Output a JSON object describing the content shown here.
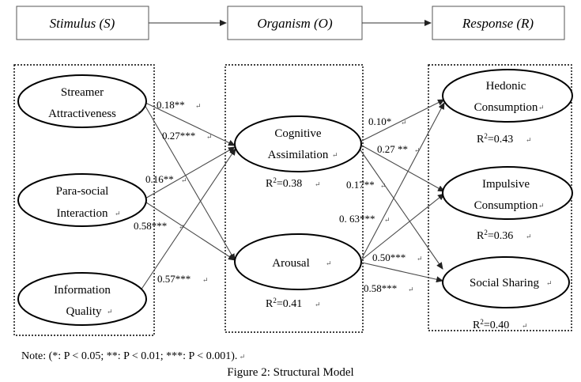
{
  "headers": {
    "stimulus": "Stimulus (S)",
    "organism": "Organism (O)",
    "response": "Response (R)"
  },
  "nodes": {
    "streamer_attractiveness": [
      "Streamer",
      "Attractiveness"
    ],
    "para_social_interaction": [
      "Para-social",
      "Interaction"
    ],
    "information_quality": [
      "Information",
      "Quality"
    ],
    "cognitive_assimilation": [
      "Cognitive",
      "Assimilation"
    ],
    "arousal": [
      "Arousal"
    ],
    "hedonic_consumption": [
      "Hedonic",
      "Consumption"
    ],
    "impulsive_consumption": [
      "Impulsive",
      "Consumption"
    ],
    "social_sharing": [
      "Social Sharing"
    ]
  },
  "r_squared": {
    "cognitive_assimilation": "0.38",
    "arousal": "0.41",
    "hedonic_consumption": "0.43",
    "impulsive_consumption": "0.36",
    "social_sharing": "0.40"
  },
  "paths": [
    {
      "from": "Streamer Attractiveness",
      "to": "Cognitive Assimilation",
      "coef": "0.18**"
    },
    {
      "from": "Streamer Attractiveness",
      "to": "Arousal",
      "coef": "0.27***"
    },
    {
      "from": "Para-social Interaction",
      "to": "Cognitive Assimilation",
      "coef": "0.16**"
    },
    {
      "from": "Para-social Interaction",
      "to": "Arousal",
      "coef": "0.58***"
    },
    {
      "from": "Information Quality",
      "to": "Cognitive Assimilation",
      "coef": "0.57***"
    },
    {
      "from": "Cognitive Assimilation",
      "to": "Hedonic Consumption",
      "coef": "0.10*"
    },
    {
      "from": "Cognitive Assimilation",
      "to": "Impulsive Consumption",
      "coef": "0.27 **"
    },
    {
      "from": "Cognitive Assimilation",
      "to": "Social Sharing",
      "coef": "0.17**"
    },
    {
      "from": "Arousal",
      "to": "Hedonic Consumption",
      "coef": "0. 63***"
    },
    {
      "from": "Arousal",
      "to": "Impulsive Consumption",
      "coef": "0.50***"
    },
    {
      "from": "Arousal",
      "to": "Social Sharing",
      "coef": "0.58***"
    }
  ],
  "note": "Note:  (*: P < 0.05; **: P < 0.01; ***: P < 0.001).",
  "caption": "Figure 2: Structural Model",
  "colors": {
    "line": "#000000",
    "path": "#4a4a4a",
    "background": "#ffffff"
  }
}
